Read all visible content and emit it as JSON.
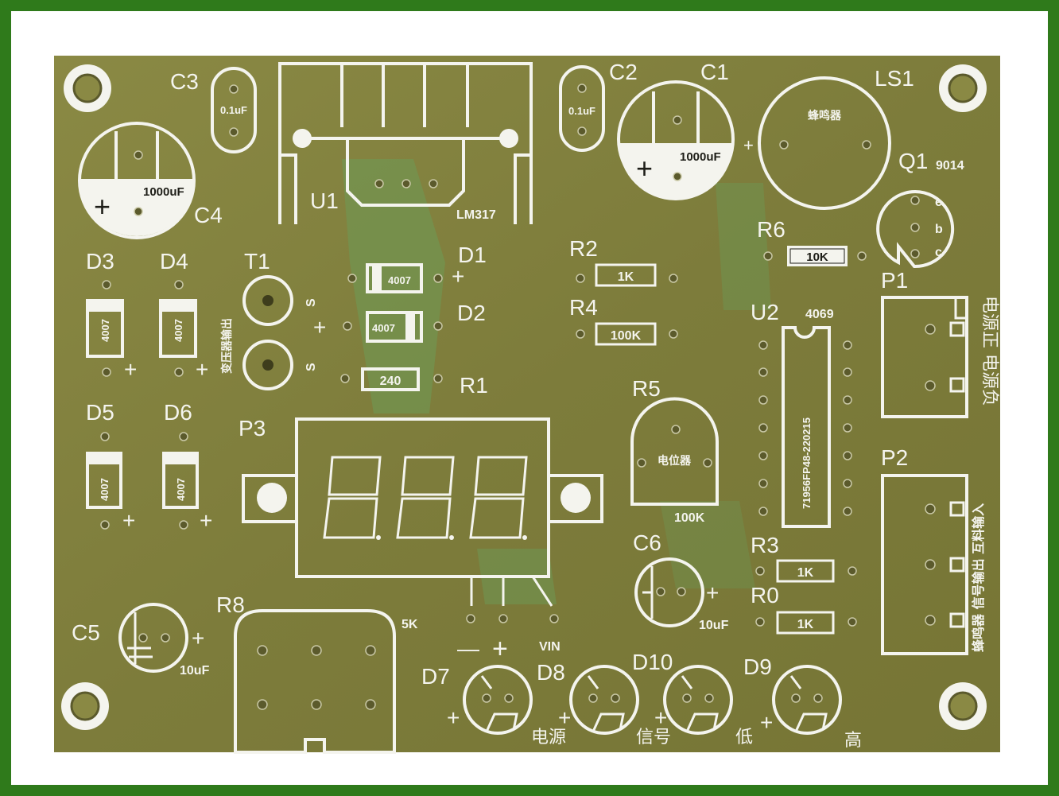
{
  "photo": {
    "subject": "pcb-board",
    "colors": {
      "border": "#2f7a1b",
      "board": "#7f7f3c",
      "silkscreen": "#f4f4ee",
      "flux_green": "#6fa257"
    }
  },
  "labels": {
    "c3": "C3",
    "c2": "C2",
    "c1": "C1",
    "c4": "C4",
    "c5": "C5",
    "c6": "C6",
    "ls1": "LS1",
    "q1": "Q1",
    "q1_part": "9014",
    "u1": "U1",
    "u1_part": "LM317",
    "u2": "U2",
    "u2_part": "4069",
    "r1": "R1",
    "r2": "R2",
    "r3": "R3",
    "r4": "R4",
    "r5": "R5",
    "r6": "R6",
    "r8": "R8",
    "r0": "R0",
    "d1": "D1",
    "d2": "D2",
    "d3": "D3",
    "d4": "D4",
    "d5": "D5",
    "d6": "D6",
    "d7": "D7",
    "d8": "D8",
    "d9": "D9",
    "d10": "D10",
    "t1": "T1",
    "p1": "P1",
    "p2": "P2",
    "p3": "P3"
  },
  "values": {
    "c3": "0.1uF",
    "c2": "0.1uF",
    "c1": "1000uF",
    "c4": "1000uF",
    "c5": "10uF",
    "c6": "10uF",
    "r1": "240",
    "r2": "1K",
    "r4": "100K",
    "r6": "10K",
    "r3": "1K",
    "r0": "1K",
    "r5": "100K",
    "r8": "5K",
    "diode": "4007",
    "u2_code": "71956FP48-220215",
    "q1_pins": [
      "e",
      "b",
      "c"
    ],
    "vin": "VIN"
  },
  "chinese": {
    "buzzer": "蜂鸣器",
    "pot": "电位器",
    "transformer_out": "变压器输出",
    "p1": "电源正 电源负",
    "p2": "蜂鸣器 信号输出 互料输入",
    "led_power": "电源",
    "led_signal": "信号",
    "led_low": "低",
    "led_high": "高"
  },
  "symbols": {
    "plus": "+",
    "minus": "—",
    "s": "S"
  }
}
